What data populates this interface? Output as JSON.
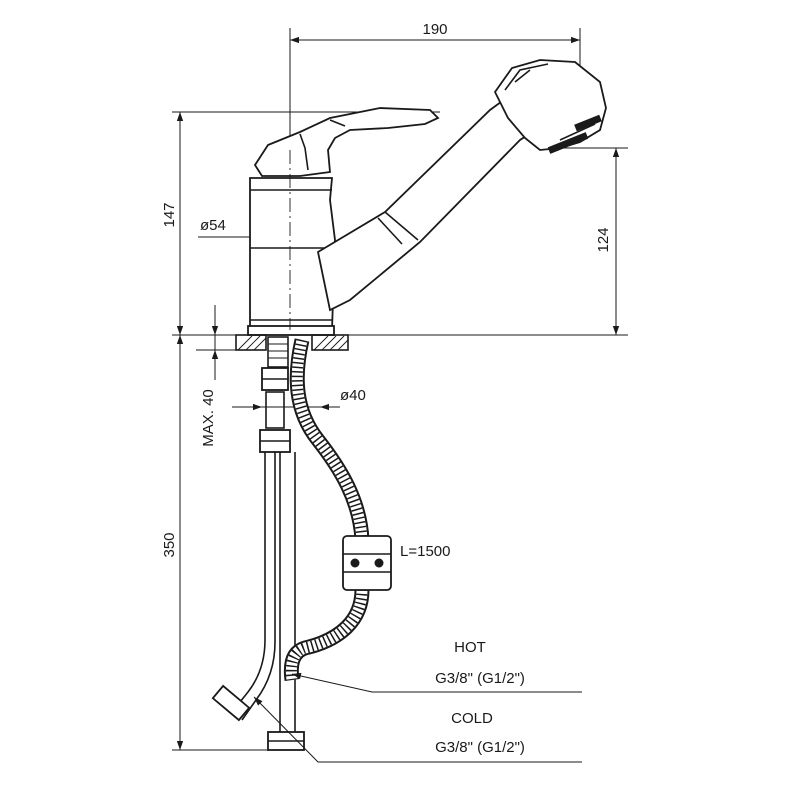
{
  "dimensions": {
    "width": "190",
    "height_top": "147",
    "spout_height": "124",
    "body_diameter": "ø54",
    "hole_diameter": "ø40",
    "max_thickness": "MAX. 40",
    "under_length": "350",
    "hose_length": "L=1500"
  },
  "connections": {
    "hot": {
      "label": "HOT",
      "thread": "G3/8\" (G1/2\")"
    },
    "cold": {
      "label": "COLD",
      "thread": "G3/8\" (G1/2\")"
    }
  }
}
